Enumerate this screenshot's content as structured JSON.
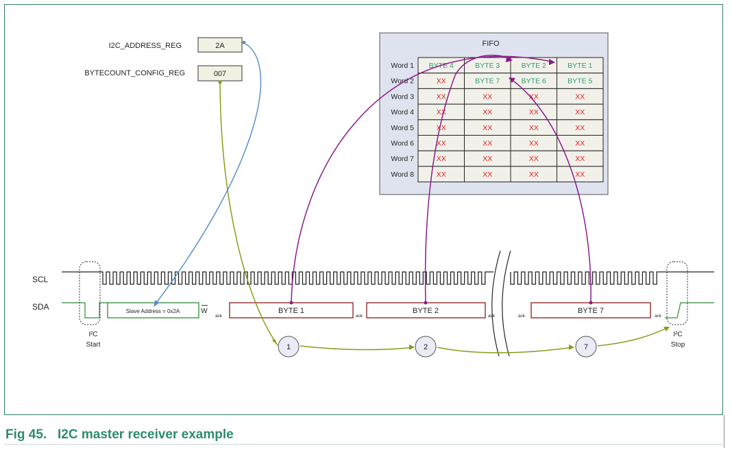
{
  "registers": [
    {
      "label": "I2C_ADDRESS_REG",
      "value": "2A"
    },
    {
      "label": "BYTECOUNT_CONFIG_REG",
      "value": "007"
    }
  ],
  "fifo": {
    "title": "FIFO",
    "rows": [
      {
        "label": "Word 1",
        "cells": [
          "BYTE 4",
          "BYTE 3",
          "BYTE 2",
          "BYTE 1"
        ]
      },
      {
        "label": "Word 2",
        "cells": [
          "XX",
          "BYTE 7",
          "BYTE 6",
          "BYTE 5"
        ]
      },
      {
        "label": "Word 3",
        "cells": [
          "XX",
          "XX",
          "XX",
          "XX"
        ]
      },
      {
        "label": "Word 4",
        "cells": [
          "XX",
          "XX",
          "XX",
          "XX"
        ]
      },
      {
        "label": "Word 5",
        "cells": [
          "XX",
          "XX",
          "XX",
          "XX"
        ]
      },
      {
        "label": "Word 6",
        "cells": [
          "XX",
          "XX",
          "XX",
          "XX"
        ]
      },
      {
        "label": "Word 7",
        "cells": [
          "XX",
          "XX",
          "XX",
          "XX"
        ]
      },
      {
        "label": "Word 8",
        "cells": [
          "XX",
          "XX",
          "XX",
          "XX"
        ]
      }
    ]
  },
  "signals": {
    "scl": "SCL",
    "sda": "SDA"
  },
  "frames": {
    "slave_address": "Slave Address = 0x2A",
    "write_bit": "W",
    "ack": "ack",
    "bytes": [
      "BYTE 1",
      "BYTE 2",
      "BYTE 7"
    ]
  },
  "conditions": {
    "start": {
      "line1": "I²C",
      "line2": "Start"
    },
    "stop": {
      "line1": "I²C",
      "line2": "Stop"
    }
  },
  "counters": [
    "1",
    "2",
    "7"
  ],
  "colors": {
    "fifo_bg": "#dfe3ef",
    "byte_text": "#2e9e6e",
    "xx_text": "#e02020",
    "purple": "#8a1a8a",
    "olive": "#8c9a18",
    "blue": "#5b8fd0",
    "frame_green": "#2e8b3a",
    "frame_red": "#8b1a1a"
  },
  "caption": {
    "figure": "Fig 45.",
    "title": "I2C master receiver example"
  }
}
